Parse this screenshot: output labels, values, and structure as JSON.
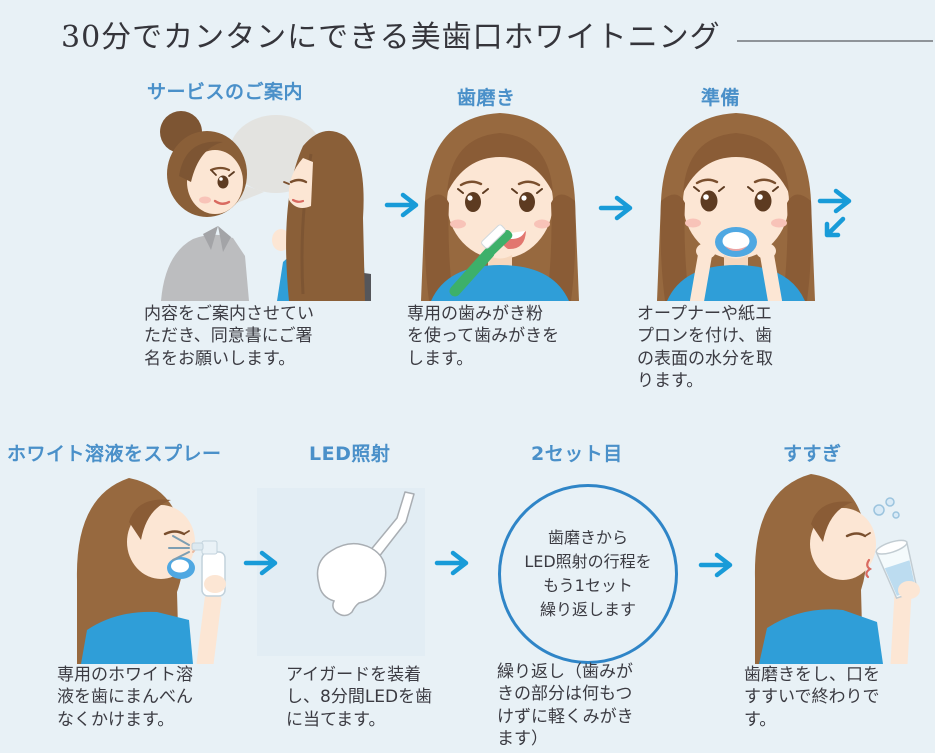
{
  "page": {
    "title": "30分でカンタンにできる美歯口ホワイトニング",
    "background_color": "#e8f1f6",
    "title_color": "#35353b",
    "rule_color": "#8f9499",
    "step_label_color": "#4a90c9",
    "arrow_color": "#189bd8",
    "caption_color": "#3b3b42",
    "circle_border_color": "#2f85c7",
    "led_panel_color": "#e2edf4"
  },
  "row1": {
    "steps": [
      {
        "label": "サービスのご案内",
        "caption": "内容をご案内させてい\nただき、同意書にご署\n名をお願いします。",
        "illustration": "two-women-consultation"
      },
      {
        "label": "歯磨き",
        "caption": "専用の歯みがき粉\nを使って歯みがきを\nします。",
        "illustration": "woman-brushing-teeth"
      },
      {
        "label": "準備",
        "caption": "オープナーや紙エ\nプロンを付け、歯\nの表面の水分を取\nります。",
        "illustration": "woman-with-mouth-opener"
      }
    ]
  },
  "row2": {
    "steps": [
      {
        "label": "ホワイト溶液をスプレー",
        "caption": "専用のホワイト溶\n液を歯にまんべん\nなくかけます。",
        "illustration": "woman-spraying-solution"
      },
      {
        "label": "LED照射",
        "caption": "アイガードを装着\nし、8分間LEDを歯\nに当てます。",
        "illustration": "led-lamp"
      },
      {
        "label": "2セット目",
        "caption": "繰り返し（歯みが\nきの部分は何もつ\nけずに軽くみがき\nます）",
        "circle_text": "歯磨きから\nLED照射の行程を\nもう1セット\n繰り返します"
      },
      {
        "label": "すすぎ",
        "caption": "歯磨きをし、口を\nすすいで終わりで\nす。",
        "illustration": "woman-rinsing-mouth"
      }
    ]
  }
}
